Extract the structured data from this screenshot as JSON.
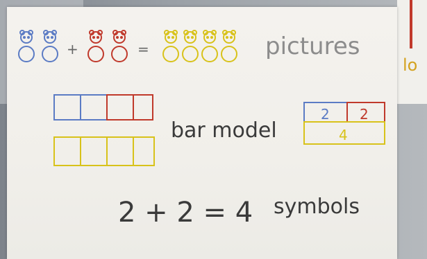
{
  "background": {
    "partial_text_right": "lo"
  },
  "row_pictures": {
    "plus": "+",
    "equals": "=",
    "label": "pictures"
  },
  "bar_model": {
    "label": "bar model",
    "part_left_value": "2",
    "part_right_value": "2",
    "whole_value": "4"
  },
  "symbols_row": {
    "equation": "2 + 2 = 4",
    "label": "symbols"
  },
  "colors": {
    "blue": "#5b7bc4",
    "red": "#c0392b",
    "yellow": "#d8c21a",
    "ink": "#3a3a3a",
    "label_gray": "#8c8c8c"
  }
}
